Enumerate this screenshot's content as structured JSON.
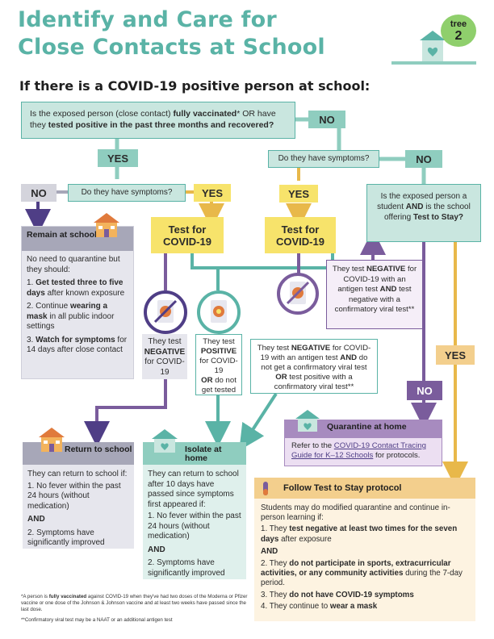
{
  "title_line1": "Identify and Care for",
  "title_line2": "Close Contacts at School",
  "badge": {
    "word": "tree",
    "number": "2"
  },
  "subtitle": "If there is a COVID-19 positive person at school:",
  "q1": {
    "a": "Is the exposed person (close contact) ",
    "b": "fully vaccinated",
    "c": "* OR have they ",
    "d": "tested positive in the past three months and recovered?"
  },
  "labels": {
    "yes": "YES",
    "no": "NO"
  },
  "q_symptoms": "Do they have symptoms?",
  "test_label": "Test for COVID-19",
  "remain": {
    "header": "Remain at school",
    "intro": "No need to quarantine but they should:",
    "i1_bold": "Get tested three to five days",
    "i1_rest": " after known exposure",
    "i2_a": "Continue ",
    "i2_bold": "wearing a mask",
    "i2_rest": " in all public indoor settings",
    "i3_bold": "Watch for symptoms",
    "i3_rest": " for 14 days after close contact"
  },
  "result_negative": {
    "a": "They test",
    "b": "NEGATIVE",
    "c": "for COVID-19"
  },
  "result_positive": {
    "a": "They test",
    "b": "POSITIVE",
    "c": "for COVID-19",
    "d": "OR",
    "e": "do not get tested"
  },
  "q_student": {
    "a": "Is the exposed person a student ",
    "b": "AND",
    "c": " is the school offering ",
    "d": "Test to Stay?"
  },
  "antigen_neg": {
    "a": "They test ",
    "b": "NEGATIVE",
    "c": " for COVID-19 with an antigen test ",
    "d": "AND",
    "e": " test negative with a confirmatory viral test**"
  },
  "antigen_other": {
    "a": "They test ",
    "b": "NEGATIVE",
    "c": " for COVID-19 with an antigen test ",
    "d": "AND",
    "e": " do not get a confirmatory viral test ",
    "f": "OR",
    "g": " test positive with a confirmatory viral test**"
  },
  "quarantine": {
    "header": "Quarantine at home",
    "a": "Refer to the ",
    "link": "COVID-19 Contact Tracing Guide for K–12 Schools",
    "b": " for protocols."
  },
  "return": {
    "header": "Return to school",
    "intro": "They can return to school if:",
    "i1": "No fever within the past 24 hours (without medication)",
    "and": "AND",
    "i2": "Symptoms have significantly improved"
  },
  "isolate": {
    "header": "Isolate at home",
    "intro": "They can return to school after 10 days have passed since symptoms first appeared if:",
    "i1": "No fever within the past 24 hours (without medication)",
    "and": "AND",
    "i2": "Symptoms have significantly improved"
  },
  "tts": {
    "header": "Follow Test to Stay protocol",
    "intro": "Students may do modified quarantine and continue in-person learning if:",
    "i1_a": "They ",
    "i1_bold": "test negative at least two times for the seven days",
    "i1_rest": " after exposure",
    "and": "AND",
    "i2_a": "They ",
    "i2_bold": "do not participate in sports, extracurricular activities, or any community activities",
    "i2_rest": " during the 7-day period.",
    "i3_a": "They ",
    "i3_bold": "do not have COVID-19 symptoms",
    "i4_a": "They continue to ",
    "i4_bold": "wear a mask"
  },
  "footnote1_a": "*A person is ",
  "footnote1_bold": "fully vaccinated",
  "footnote1_b": " against COVID-19 when they've had two doses of the Moderna or Pfizer vaccine or one dose of the Johnson & Johnson vaccine and at least two weeks have passed since the last dose.",
  "footnote2": "**Confirmatory viral test may be a NAAT or an additional antigen test",
  "colors": {
    "teal": "#5ab3a6",
    "teal_light": "#c9e6df",
    "yellow": "#f7e36b",
    "purple": "#7a5c9c",
    "navy": "#4f3e86",
    "orange": "#f3cf8d",
    "mustard": "#e8b84a"
  }
}
